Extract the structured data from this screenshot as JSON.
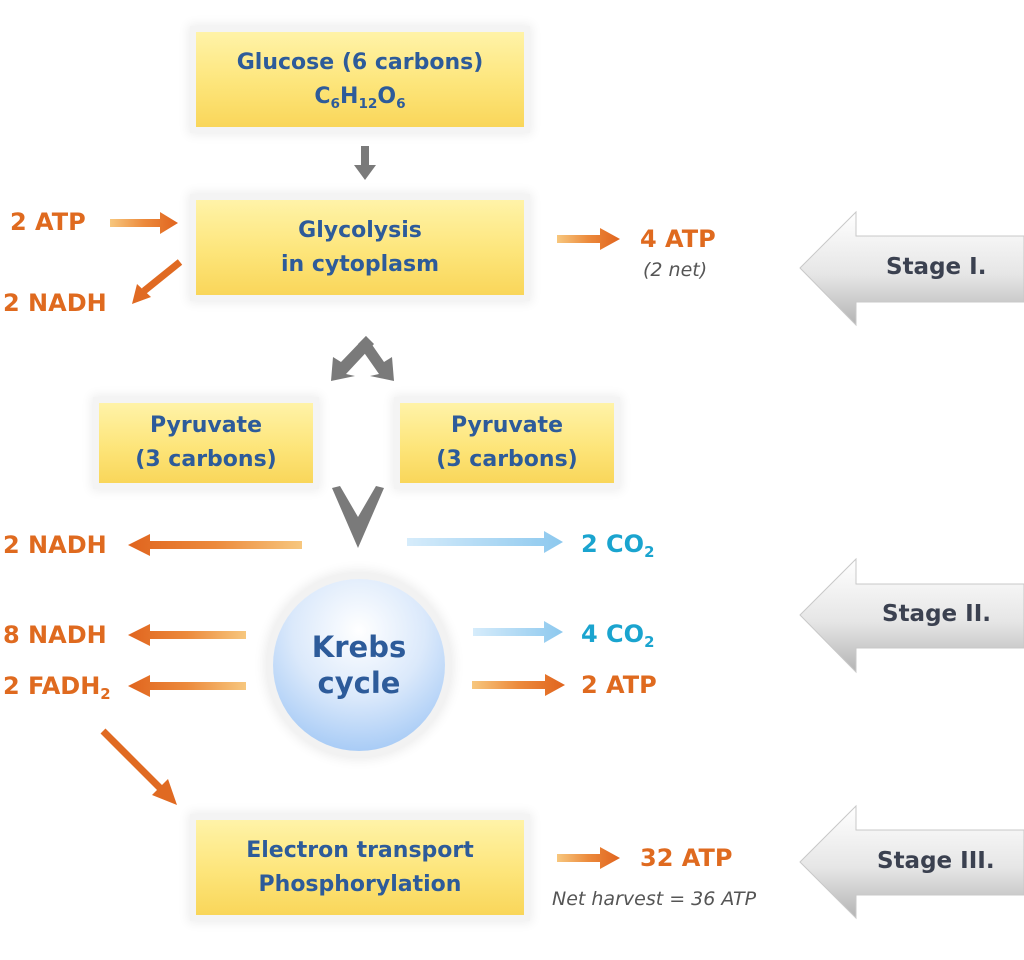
{
  "glucose": {
    "line1": "Glucose (6 carbons)",
    "formula": [
      "C",
      "6",
      "H",
      "12",
      "O",
      "6"
    ]
  },
  "glycolysis": {
    "line1": "Glycolysis",
    "line2": "in cytoplasm"
  },
  "pyruvate_left": {
    "line1": "Pyruvate",
    "line2": "(3 carbons)"
  },
  "pyruvate_right": {
    "line1": "Pyruvate",
    "line2": "(3 carbons)"
  },
  "krebs": {
    "line1": "Krebs",
    "line2": "cycle"
  },
  "etc": {
    "line1": "Electron transport",
    "line2": "Phosphorylation"
  },
  "stage1": {
    "inputs": {
      "atp": "2 ATP"
    },
    "outputs": {
      "nadh": "2 NADH",
      "atp": "4 ATP",
      "atp_note": "(2 net)"
    }
  },
  "stage2": {
    "pre": {
      "nadh": "2 NADH",
      "co2": [
        "2 CO",
        "2"
      ]
    },
    "cycle": {
      "nadh": "8 NADH",
      "fadh": [
        "2 FADH",
        "2"
      ],
      "co2": [
        "4 CO",
        "2"
      ],
      "atp": "2 ATP"
    }
  },
  "stage3": {
    "atp": "32 ATP",
    "net": "Net harvest = 36 ATP"
  },
  "stages": [
    "Stage I.",
    "Stage II.",
    "Stage III."
  ],
  "colors": {
    "orange": "#df6a1f",
    "blue_text": "#1aa4cf",
    "box_text": "#2d5b9a",
    "gray_arrow": "#7a7a7a"
  }
}
